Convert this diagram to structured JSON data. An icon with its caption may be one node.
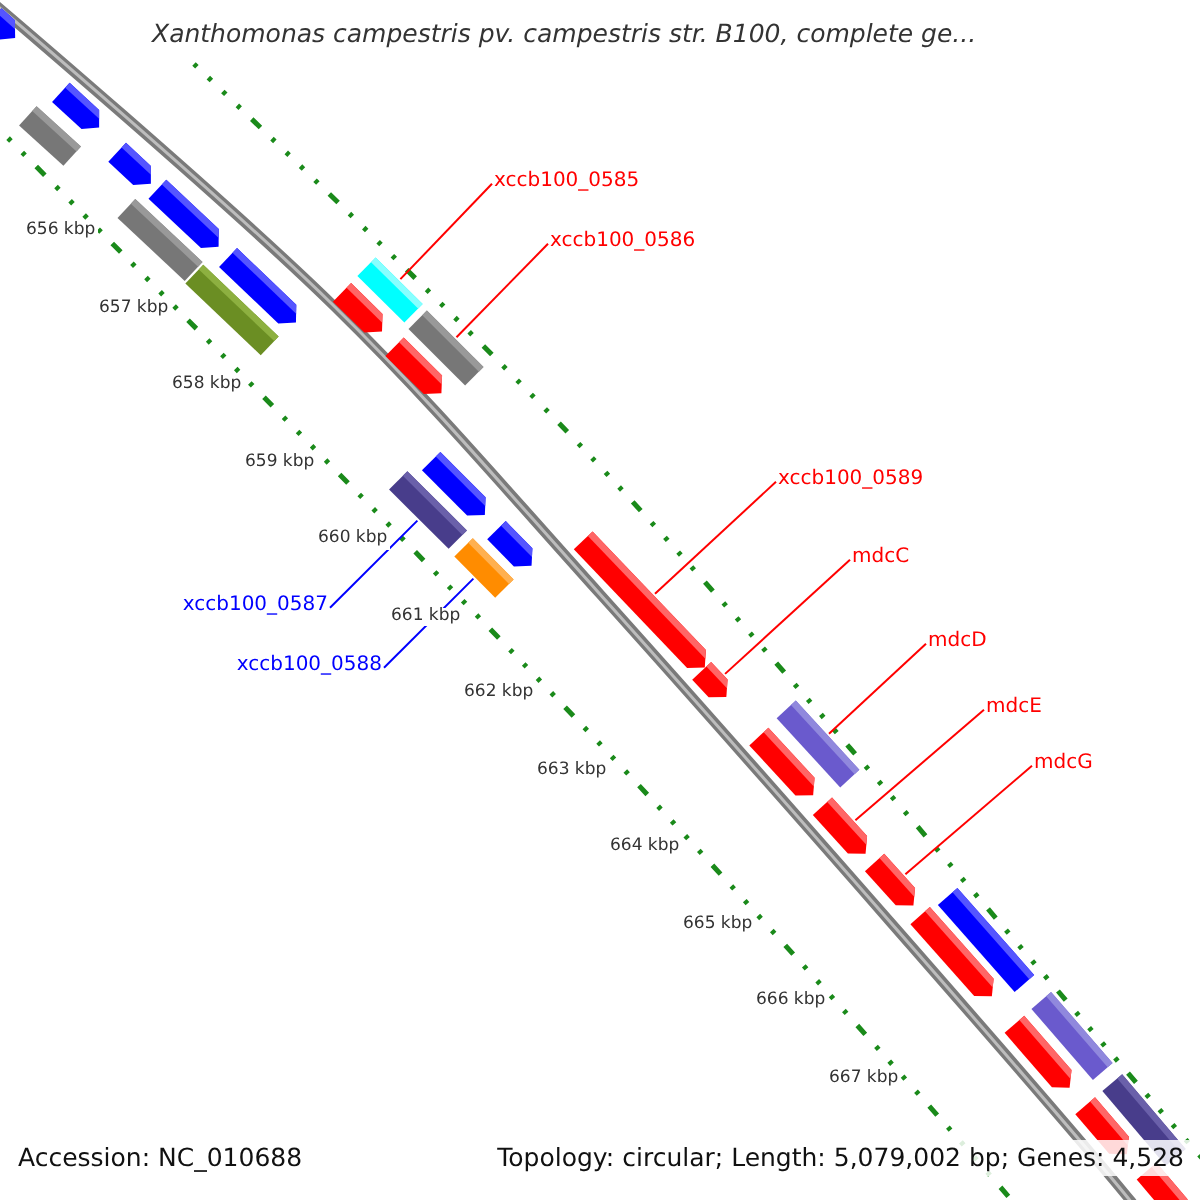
{
  "diagram": {
    "title": "Xanthomonas campestris pv. campestris str. B100, complete ge...",
    "nodes": [
      {
        "text": [
          "xccb100_0585"
        ]
      },
      {
        "text": [
          "xccb100_0586"
        ]
      },
      {
        "text": [
          "xccb100_0589"
        ]
      },
      {
        "text": [
          "mdcC"
        ]
      },
      {
        "text": [
          "mdcD"
        ]
      },
      {
        "text": [
          "mdcE"
        ]
      },
      {
        "text": [
          "mdcG"
        ]
      },
      {
        "text": [
          "xccb100_0587"
        ]
      },
      {
        "text": [
          "xccb100_0588"
        ]
      },
      {
        "text": [],
        "shape": "pentagon"
      },
      {
        "text": [],
        "shape": "pentagon"
      },
      {
        "text": [],
        "shape": "box"
      },
      {
        "text": [],
        "shape": "pentagon"
      },
      {
        "text": [],
        "shape": "pentagon"
      },
      {
        "text": [],
        "shape": "box"
      },
      {
        "text": [],
        "shape": "pentagon"
      },
      {
        "text": [],
        "shape": "box"
      },
      {
        "text": [],
        "shape": "box"
      },
      {
        "text": [],
        "shape": "pentagon"
      },
      {
        "text": [],
        "shape": "box"
      },
      {
        "text": [],
        "shape": "pentagon"
      },
      {
        "text": [],
        "shape": "pentagon"
      },
      {
        "text": [],
        "shape": "box"
      },
      {
        "text": [],
        "shape": "pentagon"
      },
      {
        "text": [],
        "shape": "box"
      },
      {
        "text": [],
        "shape": "pentagon"
      },
      {
        "text": [],
        "shape": "pentagon"
      },
      {
        "text": [],
        "shape": "box"
      },
      {
        "text": [],
        "shape": "pentagon"
      },
      {
        "text": [],
        "shape": "pentagon"
      },
      {
        "text": [],
        "shape": "pentagon"
      },
      {
        "text": [],
        "shape": "box"
      },
      {
        "text": [],
        "shape": "pentagon"
      },
      {
        "text": [],
        "shape": "box"
      },
      {
        "text": [],
        "shape": "pentagon"
      },
      {
        "text": [],
        "shape": "box"
      },
      {
        "text": [],
        "shape": "pentagon"
      },
      {
        "text": [],
        "shape": "pentagon"
      }
    ],
    "edges": [
      {
        "from": 0,
        "to": 16,
        "arrow": "none"
      },
      {
        "from": 1,
        "to": 19,
        "arrow": "none"
      },
      {
        "from": 2,
        "to": 25,
        "arrow": "none"
      },
      {
        "from": 3,
        "to": 26,
        "arrow": "none"
      },
      {
        "from": 4,
        "to": 27,
        "arrow": "none"
      },
      {
        "from": 5,
        "to": 29,
        "arrow": "none"
      },
      {
        "from": 6,
        "to": 30,
        "arrow": "none"
      },
      {
        "from": 7,
        "to": 22,
        "arrow": "none",
        "color": "#0000ff"
      },
      {
        "from": 8,
        "to": 24,
        "arrow": "none",
        "color": "#0000ff"
      }
    ],
    "labels": [
      "656 kbp",
      "657 kbp",
      "658 kbp",
      "659 kbp",
      "660 kbp",
      "661 kbp",
      "662 kbp",
      "663 kbp",
      "664 kbp",
      "665 kbp",
      "666 kbp",
      "667 kbp",
      "Accession: NC_010688",
      "Topology: circular; Length: 5,079,002 bp; Genes: 4,528"
    ]
  }
}
